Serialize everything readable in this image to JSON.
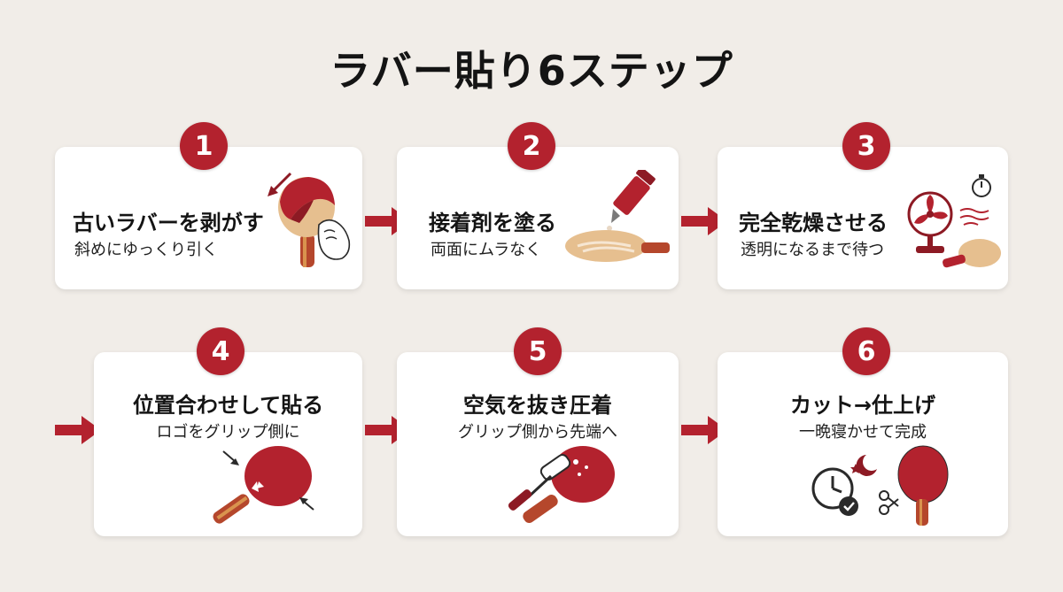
{
  "title": "ラバー貼り6ステップ",
  "colors": {
    "accent": "#b3222e",
    "background": "#f1ede8",
    "card": "#ffffff"
  },
  "steps": [
    {
      "number": "1",
      "title": "古いラバーを剥がす",
      "subtitle": "斜めにゆっくり引く",
      "icons": [
        "paddle-icon",
        "hand-icon",
        "arrow-icon"
      ]
    },
    {
      "number": "2",
      "title": "接着剤を塗る",
      "subtitle": "両面にムラなく",
      "icons": [
        "glue-tube-icon",
        "blade-icon"
      ]
    },
    {
      "number": "3",
      "title": "完全乾燥させる",
      "subtitle": "透明になるまで待つ",
      "icons": [
        "fan-icon",
        "stopwatch-icon",
        "blade-icon"
      ]
    },
    {
      "number": "4",
      "title": "位置合わせして貼る",
      "subtitle": "ロゴをグリップ側に",
      "icons": [
        "paddle-icon",
        "arrow-icon"
      ]
    },
    {
      "number": "5",
      "title": "空気を抜き圧着",
      "subtitle": "グリップ側から先端へ",
      "icons": [
        "roller-icon",
        "paddle-icon"
      ]
    },
    {
      "number": "6",
      "title": "カット→仕上げ",
      "subtitle": "一晩寝かせて完成",
      "icons": [
        "clock-icon",
        "moon-icon",
        "scissors-icon",
        "paddle-icon"
      ]
    }
  ]
}
